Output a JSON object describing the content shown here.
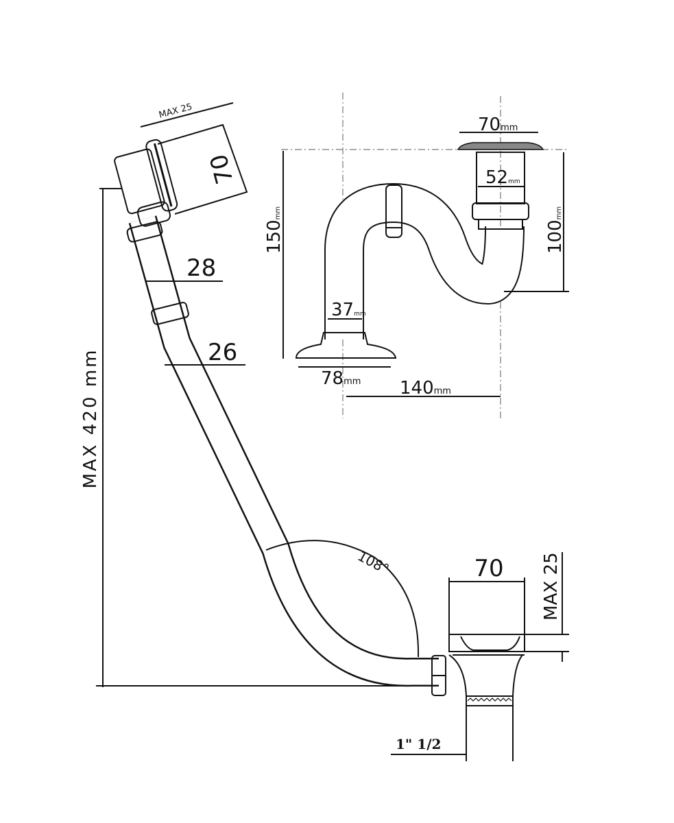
{
  "bath_waste": {
    "overflow_depth": "MAX 25",
    "overflow_diameter": "70",
    "pipe_diameter_upper": "28",
    "pipe_diameter_lower": "26",
    "height": "MAX 420 mm",
    "angle": "108°",
    "waste_diameter": "70",
    "waste_depth": "MAX 25",
    "thread": "1\" 1/2"
  },
  "trap": {
    "flange_diameter": "70",
    "tail_diameter": "52",
    "height_total": "150",
    "height_tail": "100",
    "pipe_diameter": "37",
    "base_diameter": "78",
    "offset": "140",
    "unit": "mm"
  },
  "colors": {
    "line": "#111111",
    "guide": "#777777",
    "background": "#ffffff"
  }
}
